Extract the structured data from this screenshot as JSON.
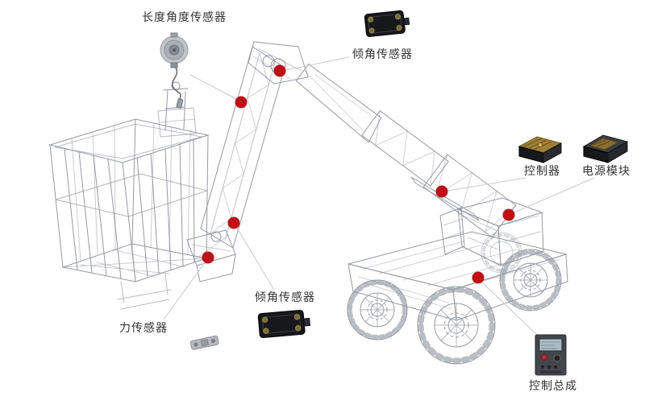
{
  "diagram": {
    "type": "product-callout-diagram",
    "subject": "boom-lift-wireframe",
    "callouts": [
      {
        "id": "length-angle-sensor",
        "label": "长度角度传感器"
      },
      {
        "id": "tilt-sensor-top",
        "label": "倾角传感器"
      },
      {
        "id": "controller",
        "label": "控制器"
      },
      {
        "id": "power-module",
        "label": "电源模块"
      },
      {
        "id": "tilt-sensor-bottom",
        "label": "倾角传感器"
      },
      {
        "id": "force-sensor",
        "label": "力传感器"
      },
      {
        "id": "control-assembly",
        "label": "控制总成"
      }
    ],
    "colors": {
      "marker": "#bf1016",
      "callout_line": "#c9c9c9",
      "wireframe": "#97            9ea8",
      "wireframe_gray": "#949aa4",
      "label_text": "#333333",
      "background": "#ffffff"
    }
  }
}
